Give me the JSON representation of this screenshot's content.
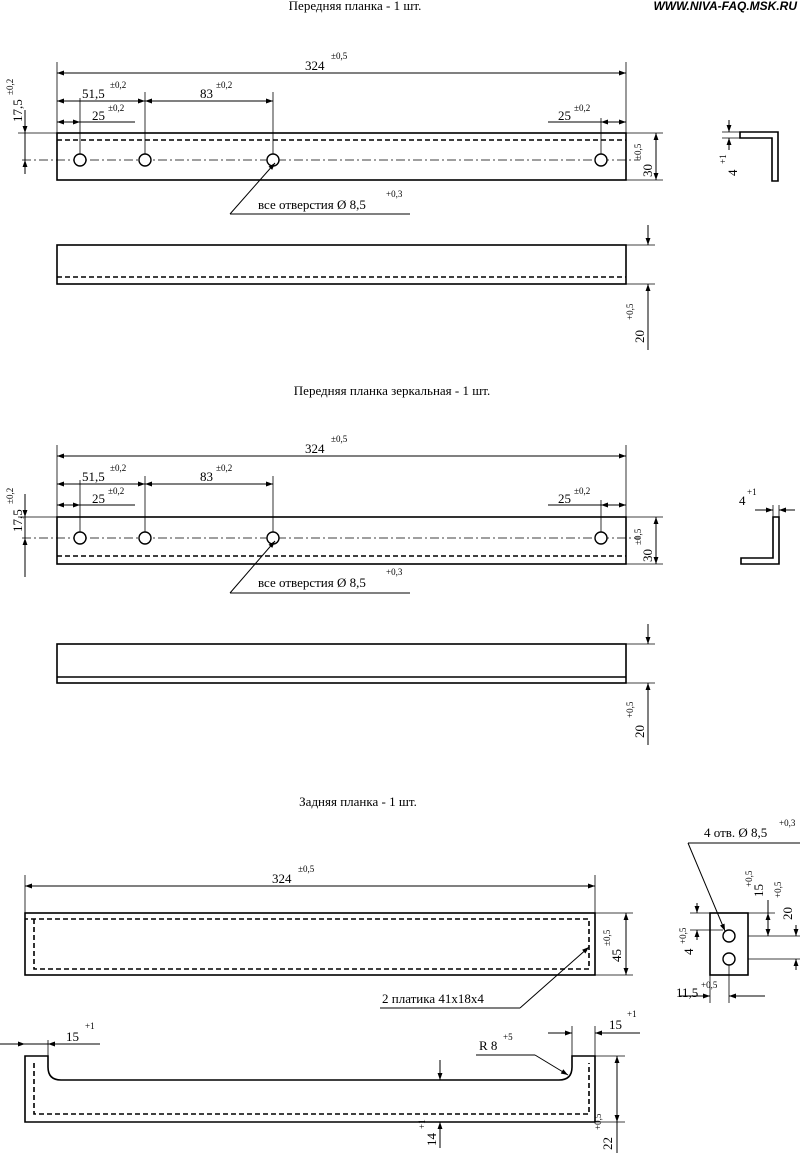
{
  "header": {
    "site": "WWW.NIVA-FAQ.MSK.RU"
  },
  "parts": {
    "front": {
      "title": "Передняя планка - 1 шт."
    },
    "mirror": {
      "title": "Передняя планка зеркальная - 1 шт."
    },
    "rear": {
      "title": "Задняя планка - 1 шт."
    }
  },
  "dims": {
    "length": {
      "v": "324",
      "tol": "±0,5"
    },
    "pitch1": {
      "v": "51,5",
      "tol": "±0,2"
    },
    "pitch2": {
      "v": "83",
      "tol": "±0,2"
    },
    "edge": {
      "v": "25",
      "tol": "±0,2"
    },
    "hole_offset": {
      "v": "17,5",
      "tol": "±0,2"
    },
    "width30": {
      "v": "30",
      "tol": "±0,5"
    },
    "depth20": {
      "v": "20",
      "tol": "+0,5"
    },
    "thick4": {
      "v": "4",
      "tol": "+1"
    },
    "width45": {
      "v": "45",
      "tol": "±0,5"
    },
    "end15": {
      "v": "15",
      "tol": "+1"
    },
    "radius": {
      "v": "R 8",
      "tol": "+5"
    },
    "h14": {
      "v": "14",
      "tol": "+1"
    },
    "h22": {
      "v": "22",
      "tol": "+0,5"
    },
    "d15": {
      "v": "15",
      "tol": "+0,5"
    },
    "d20": {
      "v": "20",
      "tol": "+0,5"
    },
    "d4": {
      "v": "4",
      "tol": "+0,5"
    },
    "d11": {
      "v": "11,5",
      "tol": "+0,5"
    }
  },
  "notes": {
    "holes": {
      "v": "все отверстия Ø 8,5",
      "tol": "+0,3"
    },
    "plates": "2 платика 41х18х4",
    "holes4": {
      "v": "4 отв. Ø 8,5",
      "tol": "+0,3"
    }
  }
}
